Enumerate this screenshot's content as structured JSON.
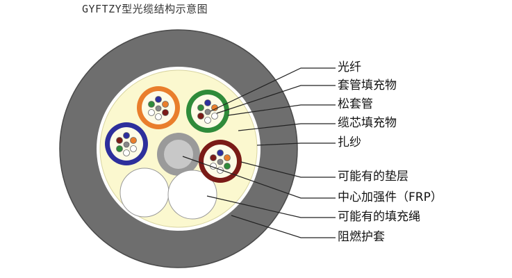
{
  "title": "GYFTZY型光缆结构示意图",
  "labels": {
    "fiber": "光纤",
    "tube_filler": "套管填充物",
    "loose_tube": "松套管",
    "core_filler": "缆芯填充物",
    "binder_yarn": "扎纱",
    "possible_cushion_layer": "可能有的垫层",
    "central_strength_member": "中心加强件（FRP）",
    "possible_filler_rope": "可能有的填充绳",
    "flame_retardant_sheath": "阻燃护套"
  },
  "colors": {
    "sheath": "#6e6e6e",
    "core_fill": "#fbf8cf",
    "tube_orange": "#e97e2c",
    "tube_green": "#2f8b3a",
    "tube_blue": "#2d2f9c",
    "tube_brown": "#7a1b17",
    "frp": "#9a9a9a"
  }
}
